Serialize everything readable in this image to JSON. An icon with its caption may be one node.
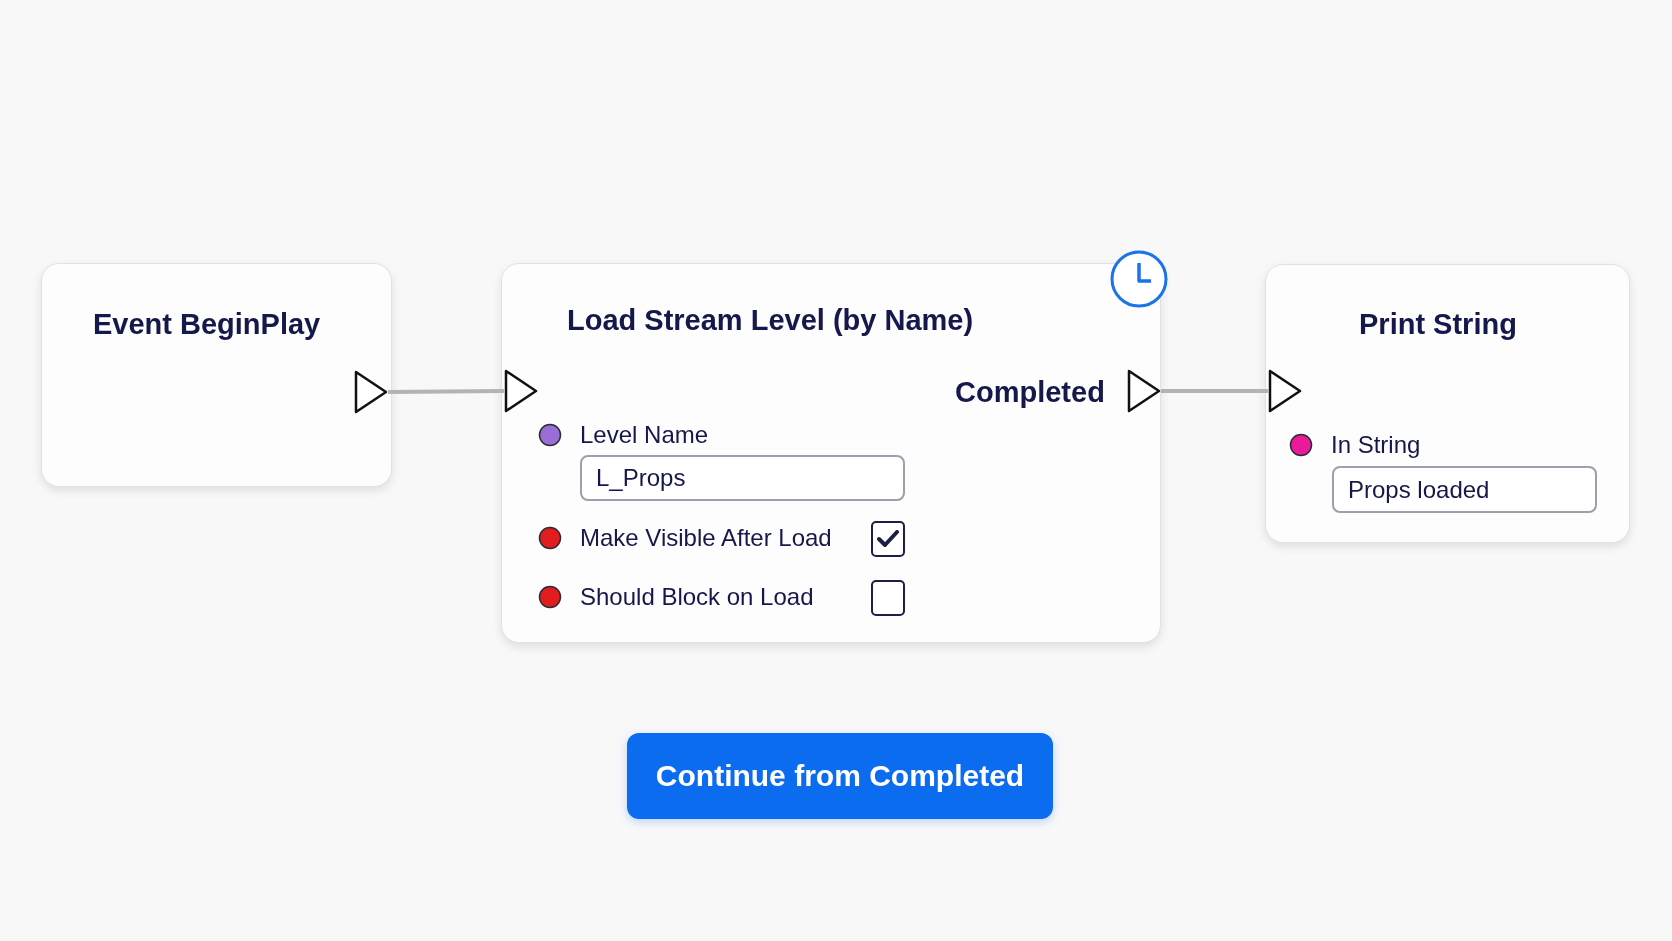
{
  "diagram": {
    "nodes": [
      {
        "text": [
          "Event BeginPlay"
        ]
      },
      {
        "text": [],
        "shape": "triangle",
        "in": 0
      },
      {
        "text": [
          "Load Stream Level (by Name)",
          "Completed",
          "Level Name",
          "Make Visible After Load",
          "Should Block on Load"
        ]
      },
      {
        "text": [],
        "shape": "triangle",
        "in": 2
      },
      {
        "text": [],
        "shape": "triangle",
        "in": 2
      },
      {
        "text": [
          "L_Props"
        ],
        "in": 2
      },
      {
        "text": [
          "Print String",
          "In String"
        ]
      },
      {
        "text": [],
        "shape": "triangle",
        "in": 6
      },
      {
        "text": [
          "Props loaded"
        ],
        "in": 6
      },
      {
        "text": [
          "Continue from Completed"
        ]
      }
    ],
    "edges": [
      {
        "from": 1,
        "to": 3,
        "arrow": "none"
      },
      {
        "from": 4,
        "to": 7,
        "arrow": "none"
      }
    ]
  }
}
